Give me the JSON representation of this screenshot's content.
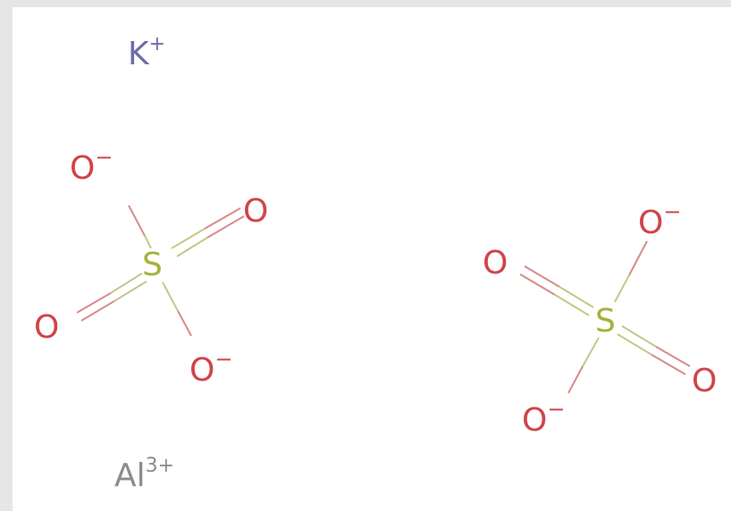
{
  "structure": {
    "ions": [
      {
        "id": "potassium",
        "symbol": "K",
        "charge": "+",
        "color": "#6d6da8"
      },
      {
        "id": "aluminium",
        "symbol": "Al",
        "charge": "3+",
        "color": "#8c8c8c"
      }
    ],
    "sulfates": [
      {
        "id": "sulfate-1",
        "sulfur": {
          "symbol": "S",
          "color": "#a6b23a"
        },
        "oxygens": [
          {
            "symbol": "O",
            "charge": "−"
          },
          {
            "symbol": "O",
            "charge": ""
          },
          {
            "symbol": "O",
            "charge": ""
          },
          {
            "symbol": "O",
            "charge": "−"
          }
        ]
      },
      {
        "id": "sulfate-2",
        "sulfur": {
          "symbol": "S",
          "color": "#a6b23a"
        },
        "oxygens": [
          {
            "symbol": "O",
            "charge": "−"
          },
          {
            "symbol": "O",
            "charge": ""
          },
          {
            "symbol": "O",
            "charge": ""
          },
          {
            "symbol": "O",
            "charge": "−"
          }
        ]
      }
    ],
    "colors": {
      "oxygen": "#d0444a",
      "sulfur": "#a6b23a",
      "bond_oxygen": "#d98a8a",
      "bond_sulfur": "#c2c98a"
    }
  }
}
